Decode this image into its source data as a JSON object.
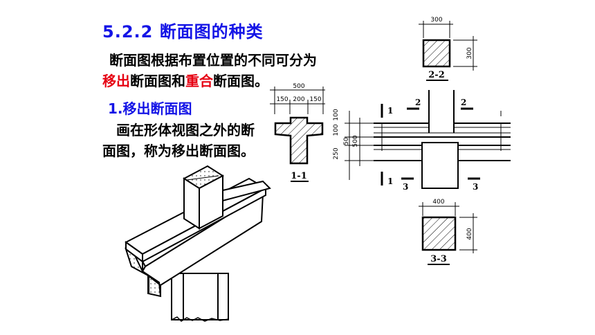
{
  "title": "5.2.2 断面图的种类",
  "intro": {
    "line1": "断面图根据布置位置的不同可分为",
    "part_a": "移出",
    "part_b": "断面图和",
    "part_c": "重合",
    "part_d": "断面图。"
  },
  "subheading": "1.移出断面图",
  "desc": {
    "line1": "画在形体视图之外的断",
    "line2": "面图，称为移出断面图。"
  },
  "drawing": {
    "sec11": {
      "label": "1-1",
      "w_total": "500",
      "w_left": "150",
      "w_mid": "200",
      "w_right": "150"
    },
    "sec22": {
      "label": "2-2",
      "w": "300",
      "h": "300"
    },
    "sec33": {
      "label": "3-3",
      "w": "400",
      "h": "400"
    },
    "plan": {
      "d_top": "100",
      "d_100": "100",
      "d_50": "50",
      "d_250": "250",
      "d_500": "500",
      "mark_1a": "1",
      "mark_1b": "1",
      "mark_2a": "2",
      "mark_2b": "2",
      "mark_3a": "3",
      "mark_3b": "3"
    }
  },
  "colors": {
    "title": "#1414e6",
    "highlight": "#e60012"
  }
}
